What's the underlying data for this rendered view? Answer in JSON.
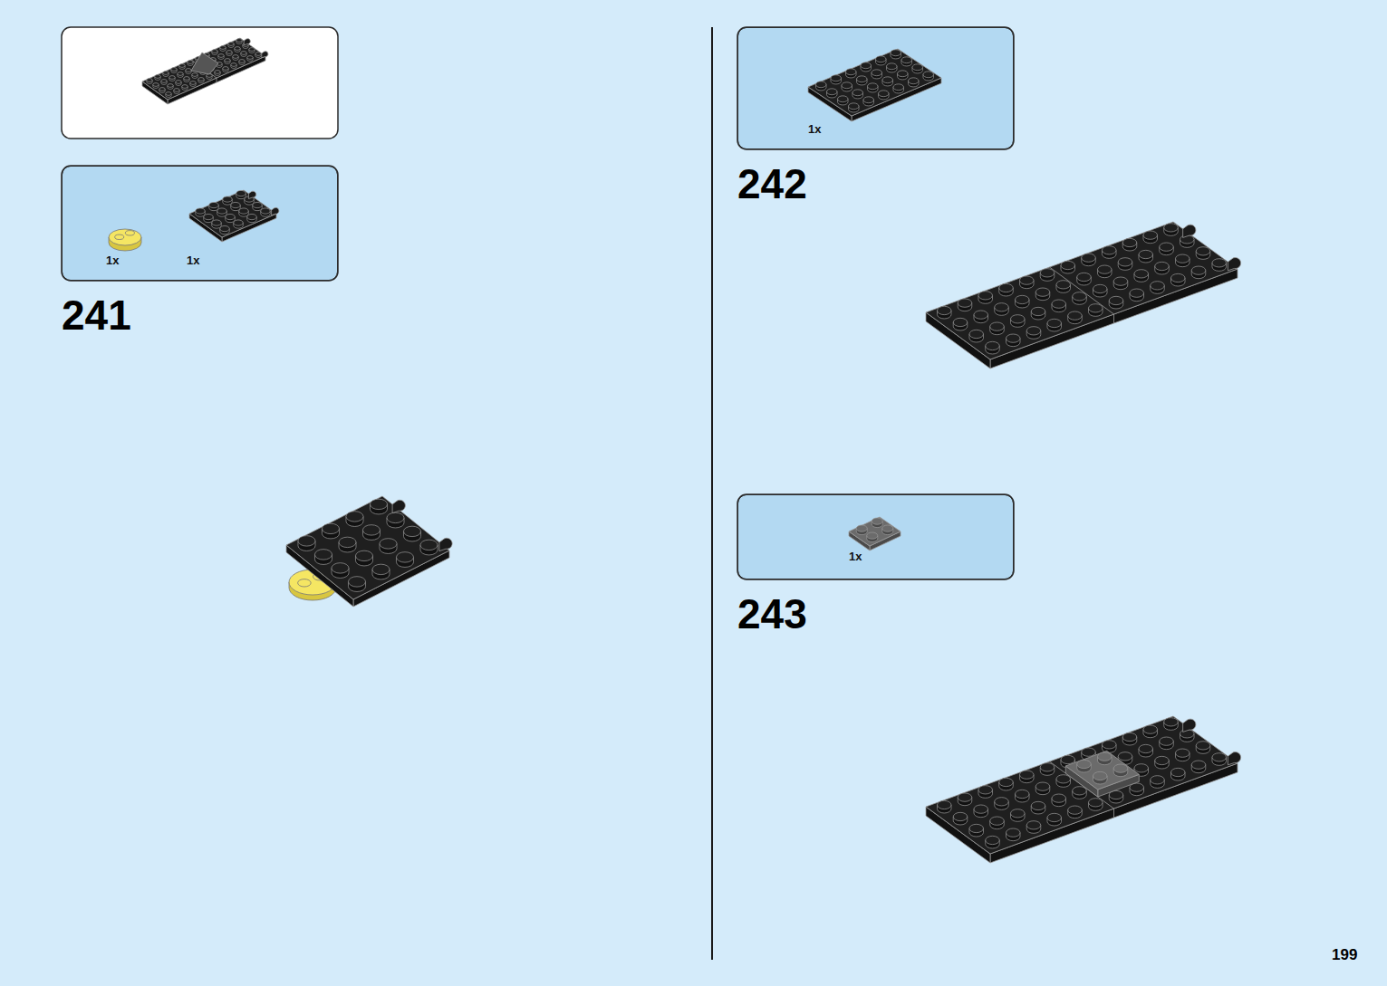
{
  "diagram": {
    "nodes": [
      {
        "text": [
          "1x",
          "1x"
        ]
      },
      {
        "text": [
          "1x"
        ]
      },
      {
        "text": [
          "1x"
        ]
      }
    ],
    "labels": [
      "241",
      "242",
      "243",
      "199"
    ]
  }
}
